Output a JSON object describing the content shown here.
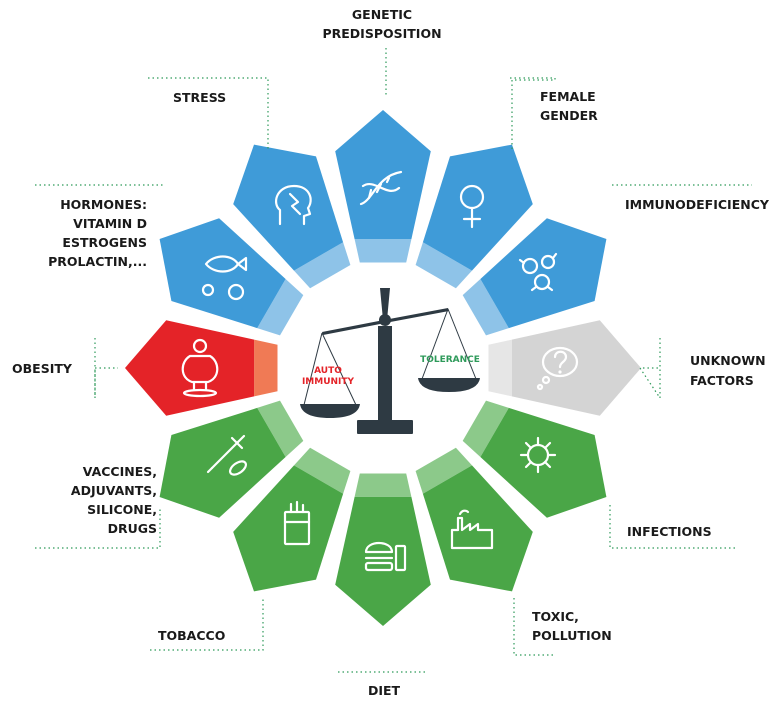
{
  "center": {
    "left_label": [
      "AUTO",
      "IMMUNITY"
    ],
    "right_label": "TOLERANCE"
  },
  "factors": [
    {
      "id": "genetic",
      "label": [
        "GENETIC",
        "PREDISPOSITION"
      ],
      "group": "blue",
      "icon": "dna-icon"
    },
    {
      "id": "female",
      "label": [
        "FEMALE",
        "GENDER"
      ],
      "group": "blue",
      "icon": "female-symbol-icon"
    },
    {
      "id": "immuno",
      "label": [
        "IMMUNODEFICIENCY"
      ],
      "group": "blue",
      "icon": "virus-cluster-icon"
    },
    {
      "id": "unknown",
      "label": [
        "UNKNOWN",
        "FACTORS"
      ],
      "group": "grey",
      "icon": "question-thought-icon"
    },
    {
      "id": "infections",
      "label": [
        "INFECTIONS"
      ],
      "group": "green",
      "icon": "virus-icon"
    },
    {
      "id": "toxic",
      "label": [
        "TOXIC,",
        "POLLUTION"
      ],
      "group": "green",
      "icon": "factory-icon"
    },
    {
      "id": "diet",
      "label": [
        "DIET"
      ],
      "group": "green",
      "icon": "burger-icon"
    },
    {
      "id": "tobacco",
      "label": [
        "TOBACCO"
      ],
      "group": "green",
      "icon": "cigarette-pack-icon"
    },
    {
      "id": "vaccines",
      "label": [
        "VACCINES,",
        "ADJUVANTS,",
        "SILICONE,",
        "DRUGS"
      ],
      "group": "green",
      "icon": "syringe-pill-icon"
    },
    {
      "id": "obesity",
      "label": [
        "OBESITY"
      ],
      "group": "red",
      "icon": "obese-person-icon"
    },
    {
      "id": "hormones",
      "label": [
        "HORMONES:",
        "VITAMIN D",
        "ESTROGENS",
        "PROLACTIN,..."
      ],
      "group": "blue",
      "icon": "fish-sun-fruit-icon"
    },
    {
      "id": "stress",
      "label": [
        "STRESS"
      ],
      "group": "blue",
      "icon": "stressed-head-icon"
    }
  ],
  "colors": {
    "blue": "#3f9bd8",
    "blue_inner": "#8ec3e8",
    "green": "#4aa647",
    "green_inner": "#8cc98a",
    "grey": "#d4d4d4",
    "grey_inner": "#e6e6e6",
    "red": "#e42328",
    "red_inner": "#f07a55",
    "auto_text": "#e42328",
    "tolerance_text": "#2e9a5a",
    "scale": "#2e3a43"
  }
}
